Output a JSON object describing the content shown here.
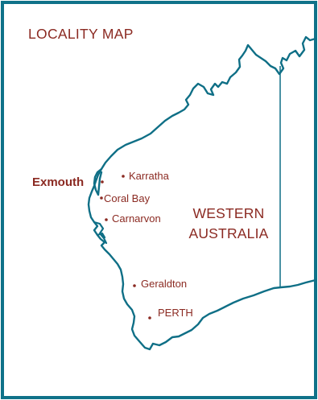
{
  "map": {
    "title": "LOCALITY MAP",
    "colors": {
      "coastline": "#0f6f86",
      "border": "#0f7289",
      "label": "#8b2a22"
    },
    "region": {
      "line1": "WESTERN",
      "line2": "AUSTRALIA"
    },
    "towns": [
      {
        "name": "Karratha",
        "highlight": false
      },
      {
        "name": "Exmouth",
        "highlight": true
      },
      {
        "name": "Coral Bay",
        "highlight": false
      },
      {
        "name": "Carnarvon",
        "highlight": false
      },
      {
        "name": "Geraldton",
        "highlight": false
      },
      {
        "name": "PERTH",
        "highlight": false
      }
    ]
  }
}
